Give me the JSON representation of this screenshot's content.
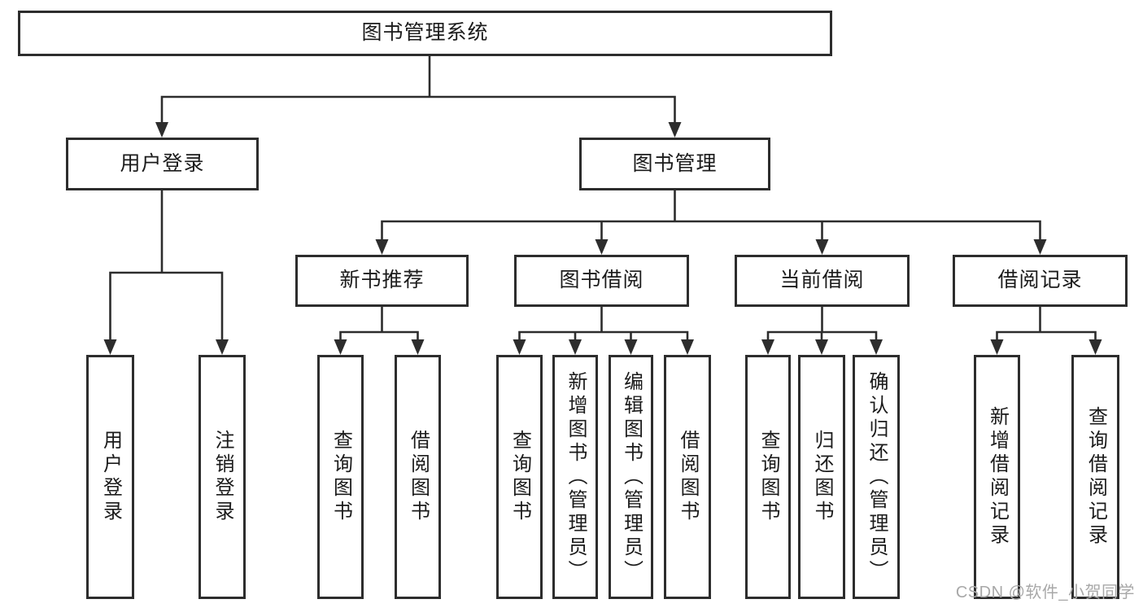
{
  "diagram_title": "图书管理系统",
  "colors": {
    "line": "#2d2d2d",
    "box_border": "#2d2d2d",
    "text": "#1b1b1b",
    "background": "#ffffff",
    "watermark": "#a8a8a8"
  },
  "tree": {
    "label": "图书管理系统",
    "children": [
      {
        "label": "用户登录",
        "children": [
          {
            "label": "用户登录"
          },
          {
            "label": "注销登录"
          }
        ]
      },
      {
        "label": "图书管理",
        "children": [
          {
            "label": "新书推荐",
            "children": [
              {
                "label": "查询图书"
              },
              {
                "label": "借阅图书"
              }
            ]
          },
          {
            "label": "图书借阅",
            "children": [
              {
                "label": "查询图书"
              },
              {
                "label": "新增图书（管理员）"
              },
              {
                "label": "编辑图书（管理员）"
              },
              {
                "label": "借阅图书"
              }
            ]
          },
          {
            "label": "当前借阅",
            "children": [
              {
                "label": "查询图书"
              },
              {
                "label": "归还图书"
              },
              {
                "label": "确认归还（管理员）"
              }
            ]
          },
          {
            "label": "借阅记录",
            "children": [
              {
                "label": "新增借阅记录"
              },
              {
                "label": "查询借阅记录"
              }
            ]
          }
        ]
      }
    ]
  },
  "watermark": {
    "text": "CSDN @软件_小贺同学"
  }
}
